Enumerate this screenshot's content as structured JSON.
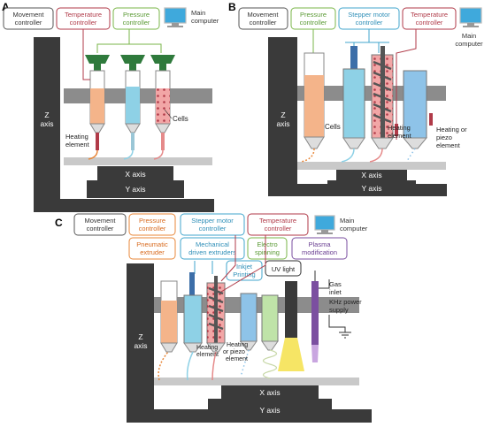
{
  "panelA": {
    "letter": "A",
    "movement": [
      "Movement",
      "controller"
    ],
    "temperature": [
      "Temperature",
      "controller"
    ],
    "pressure": [
      "Pressure",
      "controller"
    ],
    "computer": [
      "Main",
      "computer"
    ],
    "z_axis": [
      "Z",
      "axis"
    ],
    "x_axis": "X axis",
    "y_axis": "Y axis",
    "cells": "Cells",
    "heating": [
      "Heating",
      "element"
    ]
  },
  "panelB": {
    "letter": "B",
    "movement": [
      "Movement",
      "controller"
    ],
    "pressure": [
      "Pressure",
      "controller"
    ],
    "stepper": [
      "Stepper motor",
      "controller"
    ],
    "temperature": [
      "Temperature",
      "controller"
    ],
    "computer": [
      "Main",
      "computer"
    ],
    "z_axis": [
      "Z",
      "axis"
    ],
    "x_axis": "X axis",
    "y_axis": "Y axis",
    "cells": "Cells",
    "heating": [
      "Heating",
      "element"
    ],
    "heating_piezo": [
      "Heating or",
      "piezo",
      "element"
    ]
  },
  "panelC": {
    "letter": "C",
    "movement": [
      "Movement",
      "controller"
    ],
    "pressure": [
      "Pressure",
      "controller"
    ],
    "stepper": [
      "Stepper motor",
      "controller"
    ],
    "temperature": [
      "Temperature",
      "controller"
    ],
    "computer": [
      "Main",
      "computer"
    ],
    "pneumatic": [
      "Pneumatic",
      "extruder"
    ],
    "mechanical": [
      "Mechanical",
      "driven extruders"
    ],
    "electro": [
      "Electro",
      "spinning"
    ],
    "plasma": [
      "Plasma",
      "modification"
    ],
    "inkjet": [
      "Inkjet",
      "Printing"
    ],
    "uv": "UV light",
    "gas": [
      "Gas",
      "inlet"
    ],
    "khz": [
      "KHz power",
      "supply"
    ],
    "z_axis": [
      "Z",
      "axis"
    ],
    "x_axis": "X axis",
    "y_axis": "Y axis",
    "heating": [
      "Heating",
      "element"
    ],
    "heating_piezo": [
      "Heating",
      "or piezo",
      "element"
    ]
  },
  "colors": {
    "frame": "#3a3a3a",
    "rail": "#8c8c8c",
    "plate": "#d6d6d6",
    "movement": "#555555",
    "temperature": "#b03a48",
    "pressure": "#7ab648",
    "stepper": "#41a5cc",
    "orange": "#e8873a",
    "purple": "#7b4fa0",
    "green_cap": "#2f7a3c",
    "monitor": "#3fa9dc"
  }
}
